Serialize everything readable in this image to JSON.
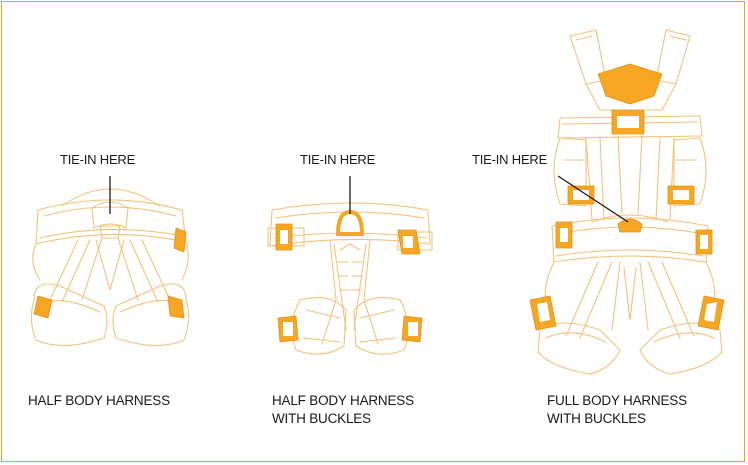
{
  "colors": {
    "border": "#f39c2a",
    "outline": "#f3c27a",
    "buckle": "#f5a623",
    "text": "#1a1a1a"
  },
  "harnesses": [
    {
      "tie_label": "TIE-IN HERE",
      "caption_lines": [
        "HALF BODY HARNESS"
      ]
    },
    {
      "tie_label": "TIE-IN HERE",
      "caption_lines": [
        "HALF BODY HARNESS",
        "WITH BUCKLES"
      ]
    },
    {
      "tie_label": "TIE-IN HERE",
      "caption_lines": [
        "FULL BODY HARNESS",
        "WITH BUCKLES"
      ]
    }
  ]
}
